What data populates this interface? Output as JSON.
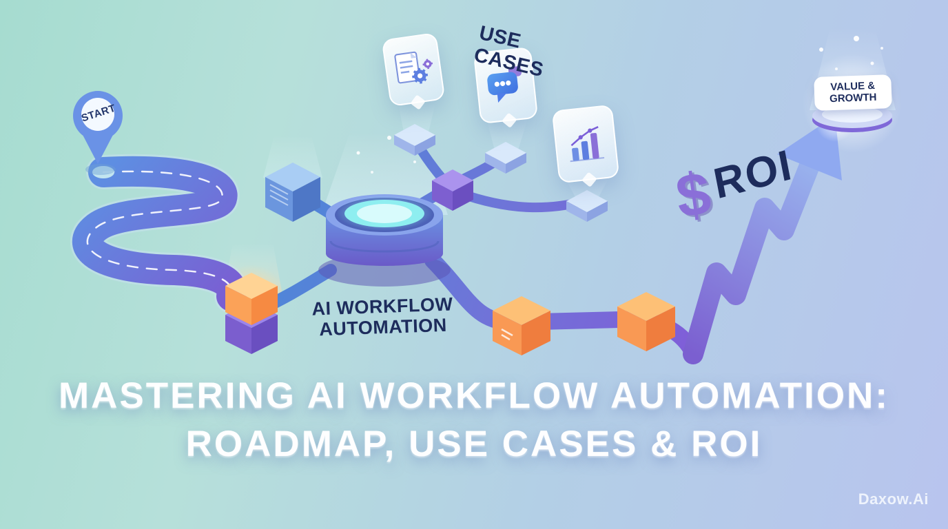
{
  "background": {
    "gradient_start": "#a6dcd0",
    "gradient_end": "#b8c4ee"
  },
  "roadmap": {
    "start_label": "START"
  },
  "hub": {
    "label_line1": "AI WORKFLOW",
    "label_line2": "AUTOMATION"
  },
  "use_cases": {
    "label": "USE CASES",
    "icons": [
      {
        "name": "document-gear-icon"
      },
      {
        "name": "chat-bubble-icon"
      },
      {
        "name": "bar-chart-icon"
      }
    ]
  },
  "roi": {
    "currency_symbol": "$",
    "label": "ROI"
  },
  "value_growth": {
    "line1": "VALUE &",
    "line2": "GROWTH"
  },
  "title": {
    "line1": "MASTERING AI WORKFLOW AUTOMATION:",
    "line2": "ROADMAP, USE CASES & ROI"
  },
  "watermark": "Daxow.Ai",
  "colors": {
    "pipe_blue": "#4f86d8",
    "pipe_purple": "#7f5fd8",
    "node_orange": "#f89a52",
    "navy_text": "#1d2c5c",
    "glow_cyan": "#8eeef0",
    "title_white": "#ffffff"
  }
}
